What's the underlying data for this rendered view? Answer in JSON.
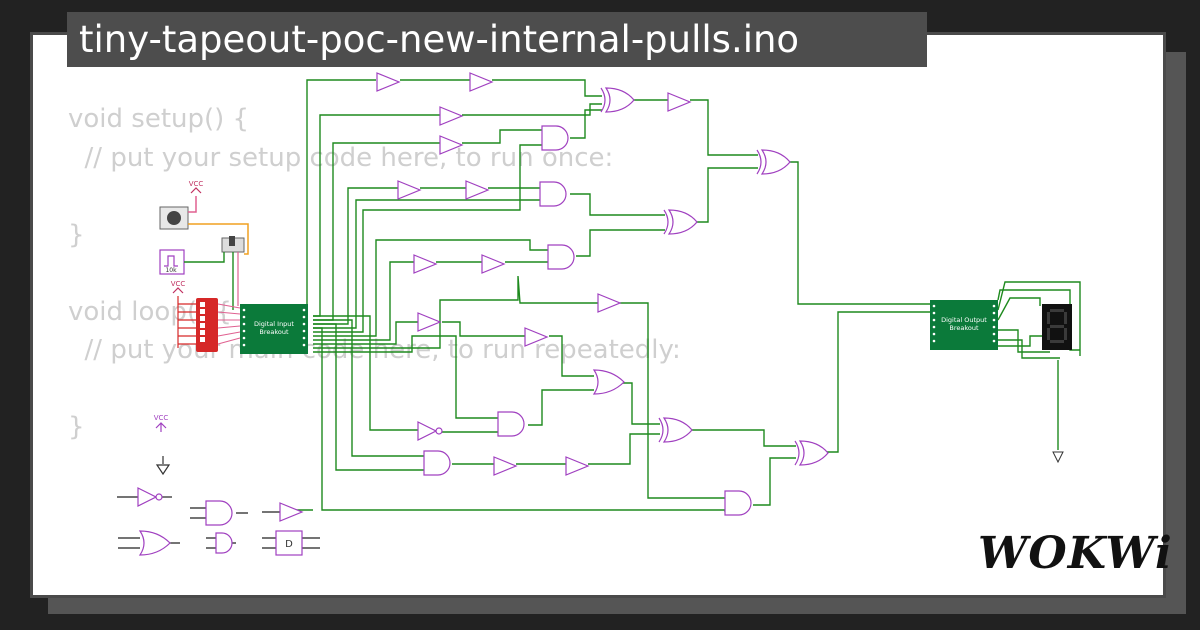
{
  "project": {
    "title": "tiny-tapeout-poc-new-internal-pulls.ino"
  },
  "code": {
    "lines": [
      "void setup() {",
      "  // put your setup code here, to run once:",
      "",
      "}",
      "",
      "void loop() {",
      "  // put your main code here, to run repeatedly:",
      "",
      "}"
    ]
  },
  "circuit": {
    "input_breakout_label": "Digital Input Breakout",
    "output_breakout_label": "Digital Output Breakout",
    "vcc_label": "VCC",
    "clock_label": "10k",
    "flipflop_label": "D",
    "wire_colors": {
      "signal": "#1e8a1e",
      "power": "#e06090",
      "clock": "#f0a020",
      "gate": "#a040c0",
      "breakout": "#0b7a3a",
      "dip": "#d62828"
    }
  },
  "brand": {
    "logo_text": "WOKWi"
  }
}
